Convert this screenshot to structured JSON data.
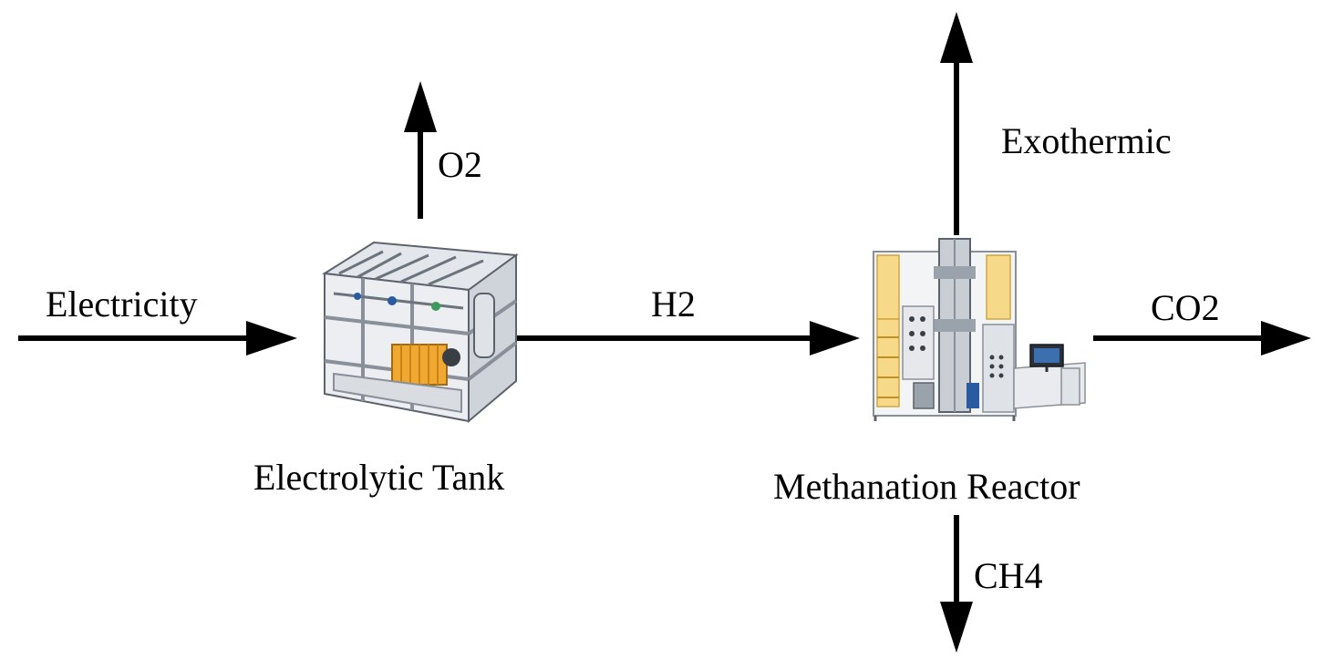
{
  "labels": {
    "electricity": "Electricity",
    "o2": "O2",
    "h2": "H2",
    "exothermic": "Exothermic",
    "co2": "CO2",
    "ch4": "CH4",
    "electrolytic_tank": "Electrolytic Tank",
    "methanation_reactor": "Methanation Reactor"
  },
  "colors": {
    "arrow": "#000000",
    "frame": "#8a9099",
    "frame_dark": "#5c636c",
    "panel": "#d9dde2",
    "accent_orange": "#f0a830",
    "accent_blue": "#2a5aa0",
    "accent_green": "#3c9a5a",
    "background": "#ffffff"
  }
}
